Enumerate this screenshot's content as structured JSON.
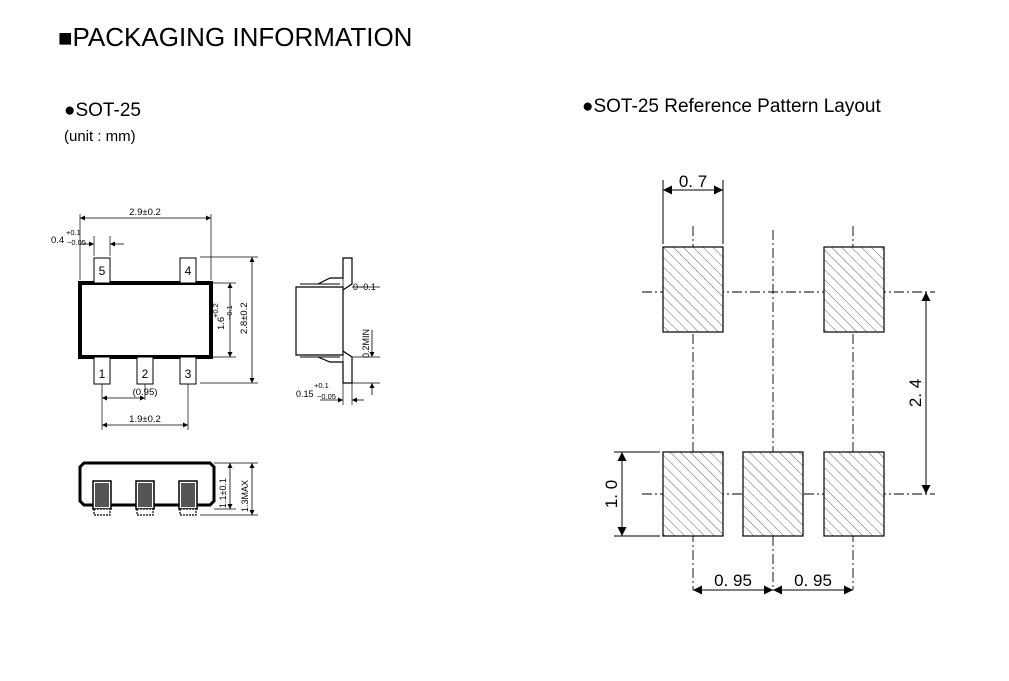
{
  "page_title": "PACKAGING INFORMATION",
  "title_marker": "■",
  "bullet": "●",
  "package": {
    "heading": "SOT-25",
    "unit": "(unit : mm)",
    "dim_width": "2.9±0.2",
    "dim_lead_width_base": "0.4",
    "dim_lead_width_tol_plus": "+0.1",
    "dim_lead_width_tol_minus": "−0.05",
    "dim_body_height_base": "1.6",
    "dim_body_height_tol_plus": "+0.2",
    "dim_body_height_tol_minus": "−0.1",
    "dim_overall_height": "2.8±0.2",
    "dim_pitch": "(0.95)",
    "dim_pin_span": "1.9±0.2",
    "dim_standoff": "0~0.1",
    "dim_lead_min": "0.2MIN",
    "dim_lead_thick_base": "0.15",
    "dim_lead_thick_tol_plus": "+0.1",
    "dim_lead_thick_tol_minus": "−0.05",
    "dim_thickness": "1.1±0.1",
    "dim_max_thickness": "1.3MAX",
    "pins": [
      "1",
      "2",
      "3",
      "4",
      "5"
    ]
  },
  "pattern": {
    "heading": "SOT-25 Reference Pattern Layout",
    "dim_pad_width": "0. 7",
    "dim_row_spacing": "2. 4",
    "dim_pad_height": "1. 0",
    "dim_pitch_left": "0. 95",
    "dim_pitch_right": "0. 95"
  }
}
